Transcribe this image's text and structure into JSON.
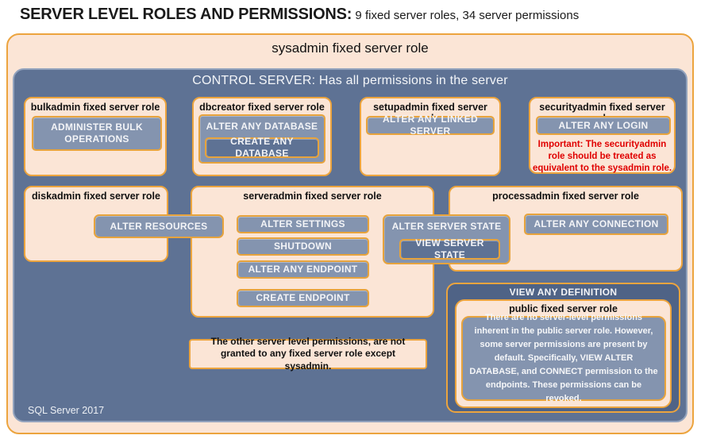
{
  "page": {
    "title_main": "SERVER LEVEL ROLES AND PERMISSIONS:",
    "title_sub": " 9 fixed server roles, 34 server permissions",
    "footer": "SQL Server 2017"
  },
  "sysadmin": {
    "label": "sysadmin fixed server role"
  },
  "control": {
    "label": "CONTROL SERVER: Has all permissions in the server"
  },
  "bulkadmin": {
    "title": "bulkadmin fixed server role",
    "perm": "ADMINISTER BULK OPERATIONS"
  },
  "dbcreator": {
    "title": "dbcreator fixed server role",
    "perm_outer": "ALTER ANY DATABASE",
    "perm_inner": "CREATE ANY DATABASE"
  },
  "setupadmin": {
    "title": "setupadmin fixed server role",
    "perm": "ALTER ANY LINKED SERVER"
  },
  "securityadmin": {
    "title": "securityadmin fixed server role",
    "perm": "ALTER ANY LOGIN",
    "warning": "Important: The securityadmin role should be treated as equivalent to the sysadmin role."
  },
  "diskadmin": {
    "title": "diskadmin fixed server role",
    "perm": "ALTER RESOURCES"
  },
  "serveradmin": {
    "title": "serveradmin fixed server role",
    "perm1": "ALTER SETTINGS",
    "perm2": "SHUTDOWN",
    "perm3": "ALTER ANY ENDPOINT",
    "perm4": "CREATE ENDPOINT",
    "state_outer": "ALTER SERVER STATE",
    "state_inner": "VIEW SERVER STATE"
  },
  "processadmin": {
    "title": "processadmin fixed server role",
    "perm": "ALTER ANY CONNECTION"
  },
  "view_any_definition": {
    "title": "VIEW ANY DEFINITION",
    "public_title": "public fixed server role",
    "body": "There are no server-level permissions inherent in the public server role. However, some server permissions are present by default. Specifically, VIEW ALTER DATABASE, and CONNECT permission to the endpoints. These permissions can be revoked."
  },
  "note": {
    "text": "The other server level permissions, are not granted to any fixed server role except sysadmin."
  },
  "colors": {
    "peach": "#FBE5D6",
    "gold_border": "#ECA43E",
    "slate": "#5E7294",
    "slate_dark": "#4F6386",
    "perm_gray": "#8494AF",
    "warning_red": "#E00000"
  }
}
